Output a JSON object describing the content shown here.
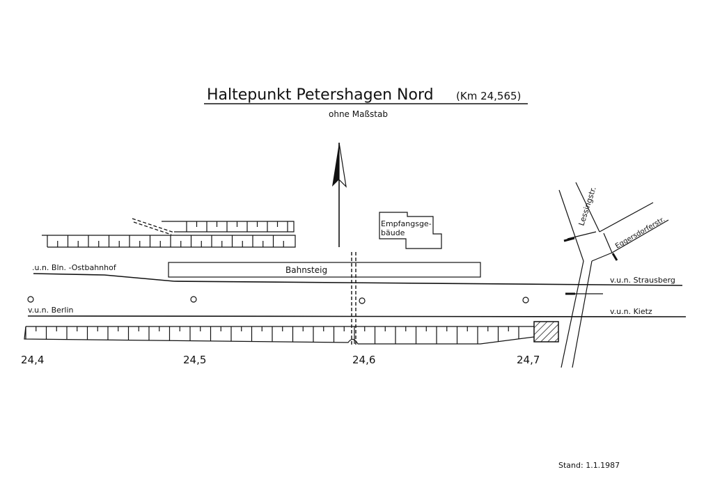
{
  "title": "Haltepunkt  Petershagen Nord",
  "km": "(Km 24,565)",
  "subtitle": "ohne Maßstab",
  "building": {
    "line1": "Empfangsge-",
    "line2": "bäude"
  },
  "platform": "Bahnsteig",
  "directions": {
    "ostbahnhof": ".u.n. Bln. -Ostbahnhof",
    "berlin": "v.u.n. Berlin",
    "strausberg": "v.u.n. Strausberg",
    "kietz": "v.u.n. Kietz"
  },
  "streets": {
    "lessing": "Lessingstr.",
    "eggersdorfer": "Eggersdorferstr."
  },
  "km_marks": [
    "24,4",
    "24,5",
    "24,6",
    "24,7"
  ],
  "stand": "Stand: 1.1.1987"
}
